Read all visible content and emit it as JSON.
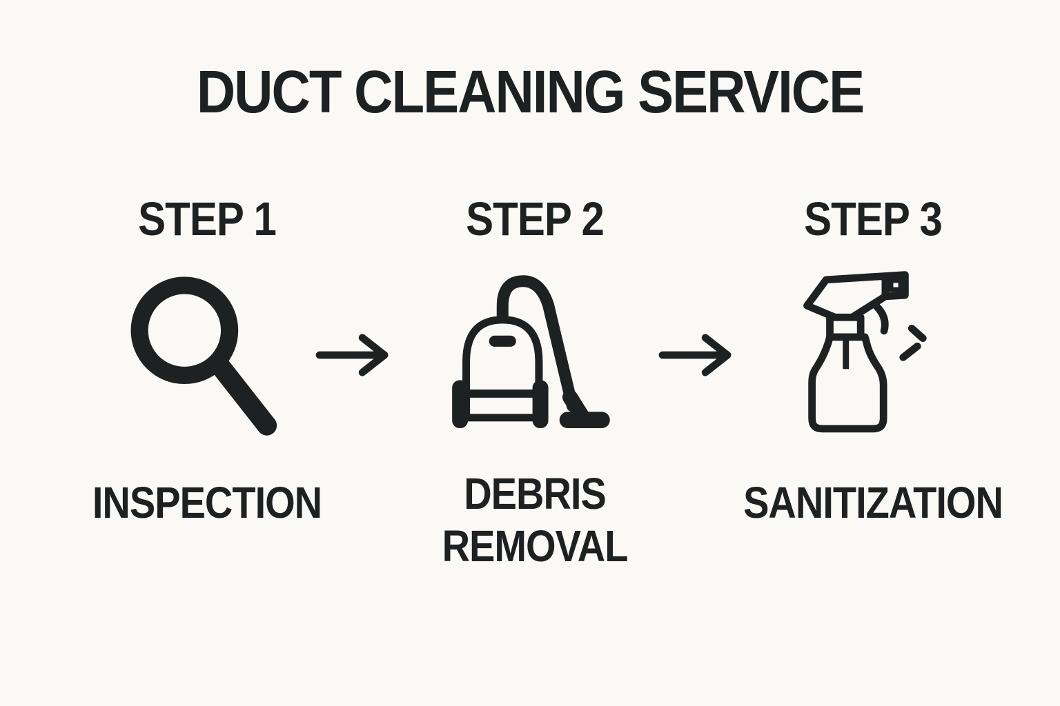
{
  "page": {
    "background_color": "#faf9f5",
    "ink_color": "#1d2122"
  },
  "title": "DUCT CLEANING SERVICE",
  "steps": [
    {
      "label": "STEP 1",
      "icon": "magnifier-icon",
      "name": "INSPECTION"
    },
    {
      "label": "STEP 2",
      "icon": "vacuum-cleaner-icon",
      "name": "DEBRIS\nREMOVAL"
    },
    {
      "label": "STEP 3",
      "icon": "spray-bottle-icon",
      "name": "SANITIZATION"
    }
  ],
  "connectors": [
    {
      "icon": "arrow-right-icon"
    },
    {
      "icon": "arrow-right-icon"
    }
  ]
}
